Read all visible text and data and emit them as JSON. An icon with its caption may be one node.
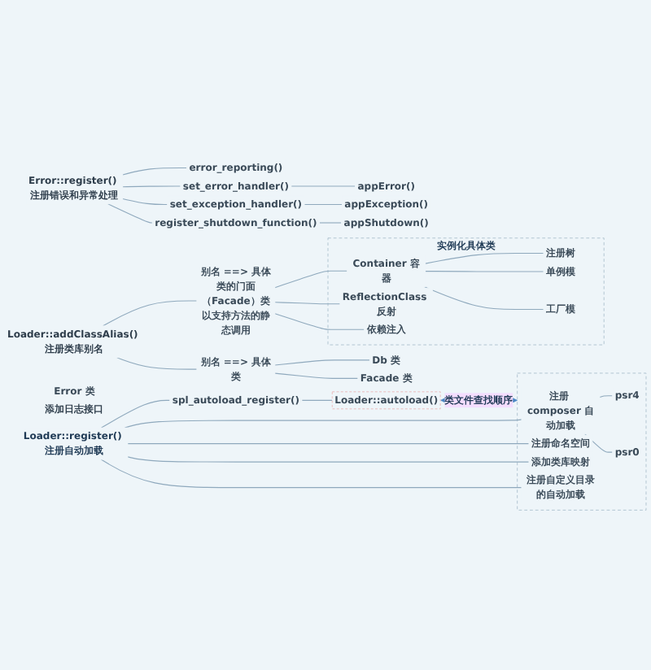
{
  "diagram": {
    "nodes": [
      {
        "text": [
          "Loader::register() 注册自动加载"
        ]
      },
      {
        "text": [
          "spl_autoload_register()"
        ]
      },
      {
        "text": [
          "Loader::autoload()"
        ]
      },
      {
        "text": [],
        "shape": "box"
      },
      {
        "text": [
          "注册 composer 自动加载"
        ],
        "in": 3
      },
      {
        "text": [
          "psr4"
        ],
        "in": 3
      },
      {
        "text": [
          "psr0"
        ],
        "in": 3
      },
      {
        "text": [
          "注册命名空间"
        ],
        "in": 3
      },
      {
        "text": [
          "添加类库映射"
        ],
        "in": 3
      },
      {
        "text": [
          "注册自定义目录的自动加载"
        ],
        "in": 3
      },
      {
        "text": [
          "Error::register() 注册错误和异常处理"
        ]
      },
      {
        "text": [
          "error_reporting()"
        ]
      },
      {
        "text": [
          "set_error_handler()"
        ]
      },
      {
        "text": [
          "appError()"
        ]
      },
      {
        "text": [
          "set_exception_handler()"
        ]
      },
      {
        "text": [
          "appException()"
        ]
      },
      {
        "text": [
          "register_shutdown_function()"
        ]
      },
      {
        "text": [
          "appShutdown()"
        ]
      },
      {
        "text": [
          "Error 类"
        ]
      },
      {
        "text": [
          "添加日志接口"
        ]
      },
      {
        "text": [
          "Loader::addClassAlias() 注册类库别名"
        ]
      },
      {
        "text": [
          "别名 ==> 具体类的门面（Facade）类以支持方法的静态调用"
        ]
      },
      {
        "text": [
          "实例化具体类"
        ]
      },
      {
        "text": [
          "Container 容器"
        ],
        "in": 22
      },
      {
        "text": [
          "注册树"
        ],
        "in": 22
      },
      {
        "text": [
          "单例模"
        ],
        "in": 22
      },
      {
        "text": [
          "工厂模"
        ],
        "in": 22
      },
      {
        "text": [
          "ReflectionClass 反射"
        ],
        "in": 22
      },
      {
        "text": [
          "依赖注入"
        ],
        "in": 22
      },
      {
        "text": [
          "别名 ==> 具体类"
        ]
      },
      {
        "text": [
          "Db 类"
        ]
      },
      {
        "text": [
          "Facade 类"
        ]
      }
    ],
    "edges": [
      {
        "from": 0,
        "to": 1,
        "arrow": "none"
      },
      {
        "from": 1,
        "to": 2,
        "arrow": "none"
      },
      {
        "from": 2,
        "to": 3,
        "arrow": "both",
        "label": "类文件查找顺序",
        "color": "#4a86c5"
      },
      {
        "from": 0,
        "to": 4,
        "arrow": "none"
      },
      {
        "from": 4,
        "to": 5,
        "arrow": "none"
      },
      {
        "from": 4,
        "to": 6,
        "arrow": "none"
      },
      {
        "from": 0,
        "to": 7,
        "arrow": "none"
      },
      {
        "from": 0,
        "to": 8,
        "arrow": "none"
      },
      {
        "from": 0,
        "to": 9,
        "arrow": "none"
      },
      {
        "from": 10,
        "to": 11,
        "arrow": "none"
      },
      {
        "from": 10,
        "to": 12,
        "arrow": "none"
      },
      {
        "from": 12,
        "to": 13,
        "arrow": "none"
      },
      {
        "from": 10,
        "to": 14,
        "arrow": "none"
      },
      {
        "from": 14,
        "to": 15,
        "arrow": "none"
      },
      {
        "from": 10,
        "to": 16,
        "arrow": "none"
      },
      {
        "from": 16,
        "to": 17,
        "arrow": "none"
      },
      {
        "from": 20,
        "to": 21,
        "arrow": "none"
      },
      {
        "from": 21,
        "to": 23,
        "arrow": "none"
      },
      {
        "from": 23,
        "to": 24,
        "arrow": "none"
      },
      {
        "from": 23,
        "to": 25,
        "arrow": "none"
      },
      {
        "from": 23,
        "to": 26,
        "arrow": "none"
      },
      {
        "from": 21,
        "to": 27,
        "arrow": "none"
      },
      {
        "from": 21,
        "to": 28,
        "arrow": "none"
      },
      {
        "from": 20,
        "to": 29,
        "arrow": "none"
      },
      {
        "from": 29,
        "to": 30,
        "arrow": "none"
      },
      {
        "from": 29,
        "to": 31,
        "arrow": "none"
      }
    ]
  }
}
